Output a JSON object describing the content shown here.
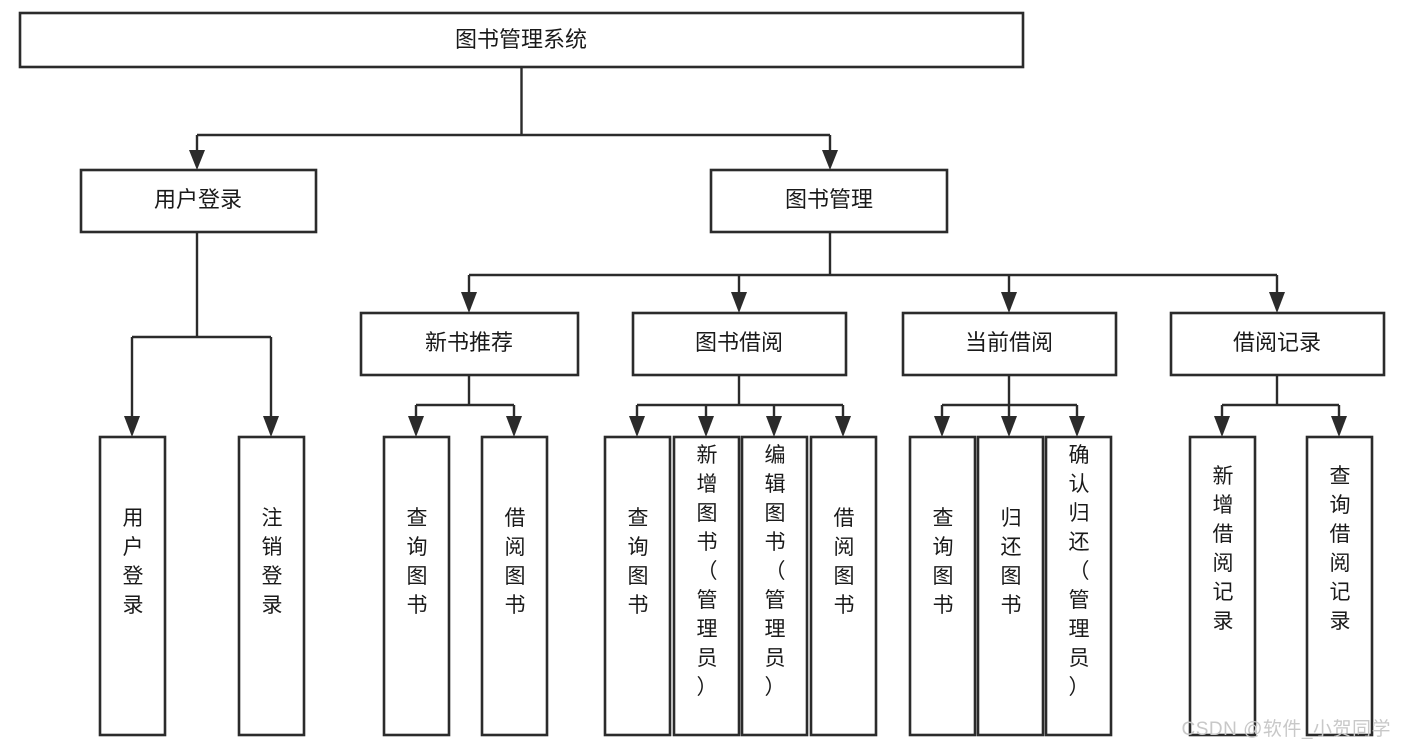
{
  "diagram": {
    "type": "tree",
    "title": "图书管理系统",
    "watermark": "CSDN @软件_小贺同学",
    "colors": {
      "box_stroke": "#2b2b2b",
      "box_fill": "#ffffff",
      "text": "#1a1a1a",
      "connector": "#2b2b2b",
      "watermark": "#c8c8c8",
      "background": "#ffffff"
    },
    "levels": {
      "root": {
        "label": "图书管理系统"
      },
      "level1": [
        {
          "label": "用户登录"
        },
        {
          "label": "图书管理"
        }
      ],
      "level2": [
        {
          "label": "新书推荐"
        },
        {
          "label": "图书借阅"
        },
        {
          "label": "当前借阅"
        },
        {
          "label": "借阅记录"
        }
      ]
    },
    "leaves": {
      "user_login": [
        {
          "label": "用户登录"
        },
        {
          "label": "注销登录"
        }
      ],
      "new_book_recommend": [
        {
          "label": "查询图书"
        },
        {
          "label": "借阅图书"
        }
      ],
      "book_borrow": [
        {
          "label": "查询图书"
        },
        {
          "label": "新增图书（管理员）"
        },
        {
          "label": "编辑图书（管理员）"
        },
        {
          "label": "借阅图书"
        }
      ],
      "current_borrow": [
        {
          "label": "查询图书"
        },
        {
          "label": "归还图书"
        },
        {
          "label": "确认归还（管理员）"
        }
      ],
      "borrow_record": [
        {
          "label": "新增借阅记录"
        },
        {
          "label": "查询借阅记录"
        }
      ]
    }
  }
}
